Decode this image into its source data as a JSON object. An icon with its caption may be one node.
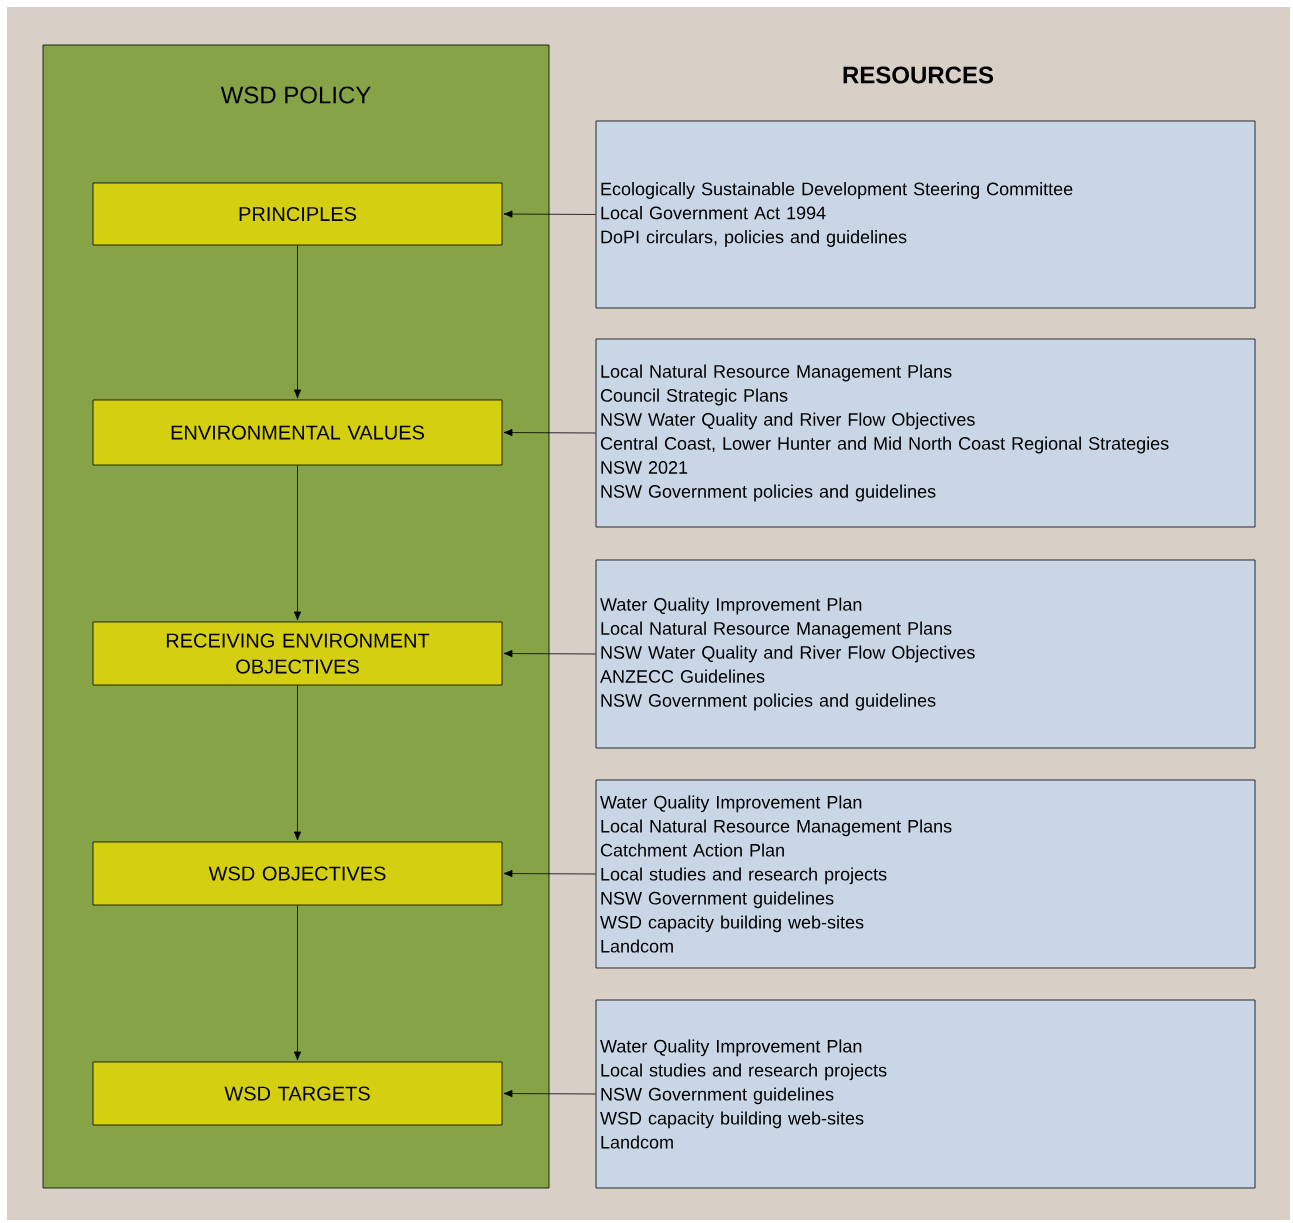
{
  "diagram": {
    "title": "RESOURCES",
    "nodes": [
      {
        "text": [
          "WSD POLICY"
        ]
      },
      {
        "text": [
          "PRINCIPLES"
        ],
        "in": 0
      },
      {
        "text": [
          "ENVIRONMENTAL VALUES"
        ],
        "in": 0
      },
      {
        "text": [
          "RECEIVING ENVIRONMENT OBJECTIVES"
        ],
        "in": 0
      },
      {
        "text": [
          "WSD OBJECTIVES"
        ],
        "in": 0
      },
      {
        "text": [
          "WSD TARGETS"
        ],
        "in": 0
      },
      {
        "text": [
          "Ecologically Sustainable Development Steering Committee",
          "Local Government Act 1994",
          "DoPI circulars, policies and guidelines"
        ]
      },
      {
        "text": [
          "Local Natural Resource Management Plans",
          "Council Strategic Plans",
          "NSW Water Quality and River Flow Objectives",
          "Central Coast, Lower Hunter and Mid North Coast Regional Strategies",
          "NSW 2021",
          "NSW Government policies and guidelines"
        ]
      },
      {
        "text": [
          "Water Quality Improvement Plan",
          "Local Natural Resource Management Plans",
          "NSW Water Quality and River Flow Objectives",
          "ANZECC Guidelines",
          "NSW Government policies and guidelines"
        ]
      },
      {
        "text": [
          "Water Quality Improvement Plan",
          "Local Natural Resource Management Plans",
          "Catchment Action Plan",
          "Local studies and research projects",
          "NSW Government guidelines",
          "WSD capacity building web-sites",
          "Landcom"
        ]
      },
      {
        "text": [
          "Water Quality Improvement Plan",
          "Local studies and research projects",
          "NSW Government guidelines",
          "WSD capacity building web-sites",
          "Landcom"
        ]
      }
    ],
    "edges": [
      {
        "from": 1,
        "to": 2,
        "arrow": "to"
      },
      {
        "from": 2,
        "to": 3,
        "arrow": "to"
      },
      {
        "from": 3,
        "to": 4,
        "arrow": "to"
      },
      {
        "from": 4,
        "to": 5,
        "arrow": "to"
      },
      {
        "from": 6,
        "to": 1,
        "arrow": "to"
      },
      {
        "from": 7,
        "to": 2,
        "arrow": "to"
      },
      {
        "from": 8,
        "to": 3,
        "arrow": "to"
      },
      {
        "from": 9,
        "to": 4,
        "arrow": "to"
      },
      {
        "from": 10,
        "to": 5,
        "arrow": "to"
      }
    ]
  }
}
